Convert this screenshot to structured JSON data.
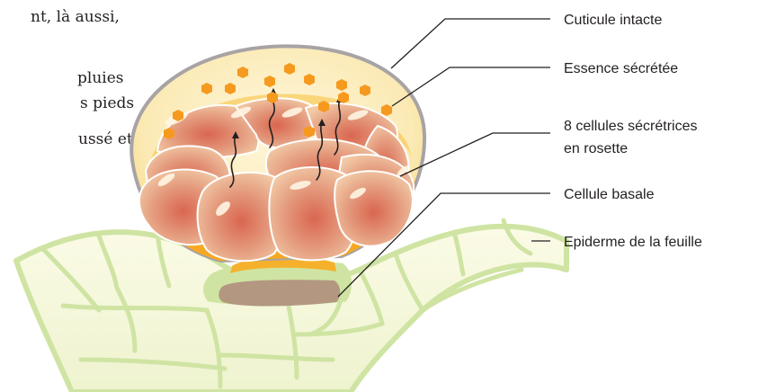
{
  "background_text": {
    "line1": "nt, là aussi,",
    "line2": "pluies",
    "line3": "s pieds",
    "line4": "ussé et"
  },
  "labels": {
    "cuticle": "Cuticule intacte",
    "essence": "Essence sécrétée",
    "cells_line1": "8 cellules sécrétrices",
    "cells_line2": "en rosette",
    "basal": "Cellule basale",
    "epidermis": "Epiderme de la feuille"
  },
  "colors": {
    "cuticle": "#9e9a9b",
    "secretion": "#f7a823",
    "cell_fill": "#e7a98b",
    "cell_center": "#d9664f",
    "epidermis_wall": "#cfe4a3",
    "epidermis_fill": "#f8f8dc",
    "basal_cell": "#b39781",
    "droplet": "#f59a1f"
  }
}
